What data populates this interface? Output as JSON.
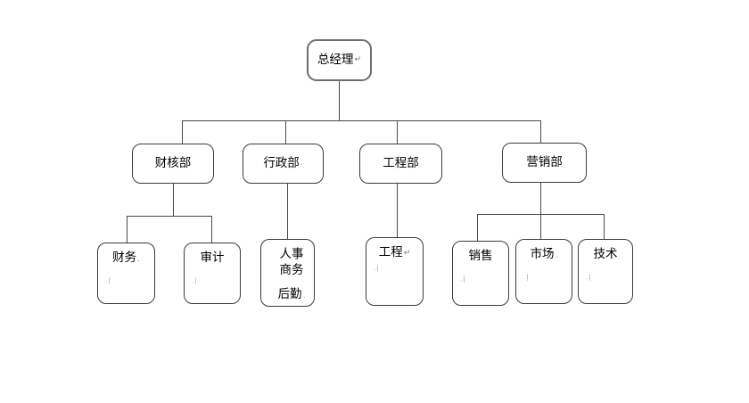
{
  "diagram": {
    "type": "org-chart",
    "background": "#ffffff",
    "line_color": "#4a4a4a",
    "box_border_color": "#3c3c3c"
  },
  "nodes": {
    "ceo": {
      "label": "总经理",
      "mark": "↵"
    },
    "finance_audit_dept": {
      "label": "财核部"
    },
    "admin_dept": {
      "label": "行政部",
      "mark": "."
    },
    "engineering_dept": {
      "label": "工程部"
    },
    "marketing_dept": {
      "label": "营销部"
    },
    "finance": {
      "label": "财务",
      "mark": ".",
      "end_mark": ".|"
    },
    "audit": {
      "label": "审计",
      "end_mark": ".|"
    },
    "hr": {
      "line1": "人事",
      "line2": "商务",
      "line3": "后勤",
      "mark": "."
    },
    "engineering": {
      "label": "工程",
      "mark": "↵",
      "end_mark": ".|"
    },
    "sales": {
      "label": "销售",
      "end_mark": ".|"
    },
    "market": {
      "label": "市场",
      "mark": ".",
      "end_mark": ".|"
    },
    "technology": {
      "label": "技术",
      "end_mark": ".|"
    }
  },
  "hierarchy": {
    "root": "总经理",
    "children": [
      {
        "dept": "财核部",
        "children": [
          "财务",
          "审计"
        ]
      },
      {
        "dept": "行政部",
        "children": [
          "人事 商务 后勤"
        ]
      },
      {
        "dept": "工程部",
        "children": [
          "工程"
        ]
      },
      {
        "dept": "营销部",
        "children": [
          "销售",
          "市场",
          "技术"
        ]
      }
    ]
  }
}
